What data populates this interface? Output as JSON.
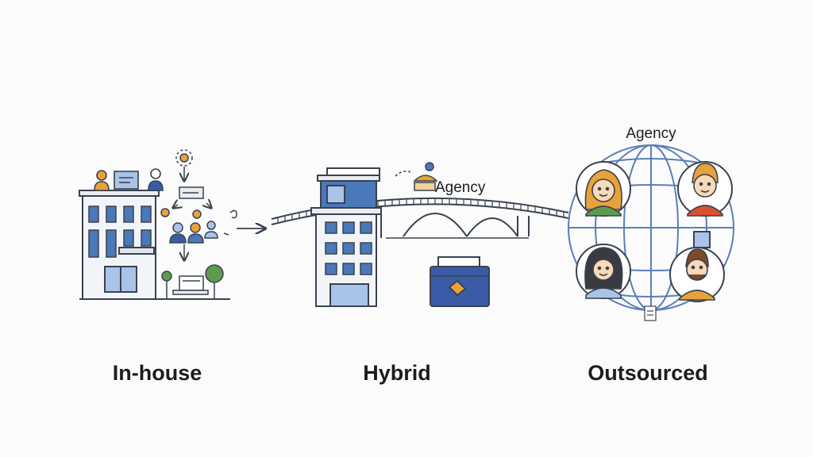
{
  "models": [
    {
      "id": "inhouse",
      "caption": "In-house"
    },
    {
      "id": "hybrid",
      "caption": "Hybrid",
      "sign_label": "Agency"
    },
    {
      "id": "outsourced",
      "caption": "Outsourced",
      "globe_label": "Agency"
    }
  ],
  "colors": {
    "outline": "#3a4250",
    "blue": "#4a78b8",
    "light_blue": "#a9c4e8",
    "orange": "#e8a23a",
    "navy": "#3a5ca8",
    "green": "#5e9a4e",
    "globe": "#5a7fb8"
  },
  "icons": [
    "building-icon",
    "team-icon",
    "bridge-icon",
    "toolbox-icon",
    "globe-icon",
    "person-avatar-icon",
    "arrow-right-icon"
  ]
}
